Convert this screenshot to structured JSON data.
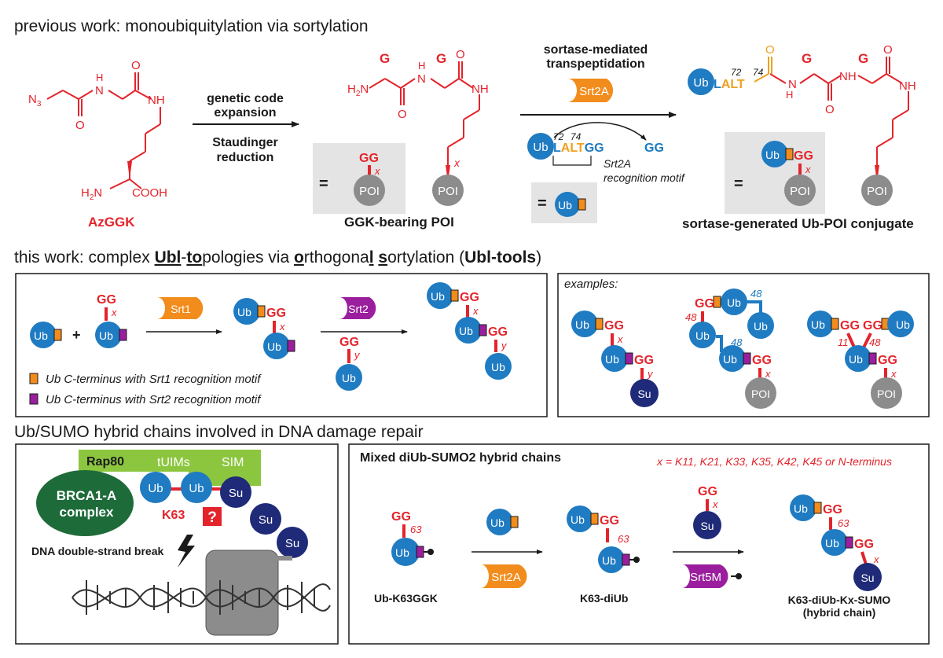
{
  "sections": {
    "previous_title": "previous work: monoubiquitylation via sortylation",
    "this_work_title_parts": [
      "this work: complex ",
      "Ubl",
      "-",
      "to",
      "pologies via ",
      "o",
      "rthogona",
      "l",
      " ",
      "s",
      "ortylation (",
      "Ubl-tools",
      ")"
    ],
    "hybrid_title": "Ub/SUMO hybrid chains involved in DNA damage repair"
  },
  "previous": {
    "azggk_n3": "N",
    "azggk_n3_sub": "3",
    "h_label": "H",
    "n_label": "N",
    "o_label": "O",
    "nh_label": "NH",
    "h2n_label": "H",
    "h2n_sub": "2",
    "h2n_n": "N",
    "cooh_label": "COOH",
    "azggk_name": "AzGGK",
    "arrow1_top": [
      "genetic code",
      "expansion"
    ],
    "arrow1_bottom": [
      "Staudinger",
      "reduction"
    ],
    "g_label": "G",
    "x_label": "x",
    "gg_label": "GG",
    "poi_label": "POI",
    "equals": "=",
    "ggk_name": "GGK-bearing POI",
    "arrow2_top": [
      "sortase-mediated",
      "transpeptidation"
    ],
    "srt2a": "Srt2A",
    "ub": "Ub",
    "motif_L": "L",
    "motif_ALT": "ALT",
    "motif_GG": "GG",
    "pos72": "72",
    "pos74": "74",
    "released_gg": "GG",
    "recog_motif": [
      "Srt2A",
      "recognition motif"
    ],
    "conjugate_name": "sortase-generated Ub-POI conjugate"
  },
  "this_work": {
    "srt1": "Srt1",
    "srt2": "Srt2",
    "plus": "+",
    "gg": "GG",
    "x": "x",
    "y": "y",
    "ub": "Ub",
    "legend_srt1": "Ub C-terminus with Srt1 recognition motif",
    "legend_srt2": "Ub C-terminus with Srt2 recognition motif",
    "examples_label": "examples:",
    "su": "Su",
    "poi": "POI",
    "n48": "48",
    "n11": "11"
  },
  "hybrid": {
    "rap80": "Rap80",
    "tuims": "tUIMs",
    "sim": "SIM",
    "brca1": [
      "BRCA1-A",
      "complex"
    ],
    "k63": "K63",
    "question": "?",
    "dsb": "DNA double-strand break",
    "mixed_title": "Mixed diUb-SUMO2 hybrid chains",
    "x_def": "x = K11, K21, K33, K35, K42, K45 or N-terminus",
    "n63": "63",
    "srt2a": "Srt2A",
    "srt5m": "Srt5M",
    "ub_k63ggk": "Ub-K63GGK",
    "k63_diub": "K63-diUb",
    "final": [
      "K63-diUb-Kx-SUMO",
      "(hybrid chain)"
    ],
    "ub": "Ub",
    "su": "Su",
    "gg": "GG",
    "x": "x"
  },
  "colors": {
    "red": "#e3242b",
    "ub_blue": "#1f7bc2",
    "sumo_navy": "#1f2a78",
    "orange": "#f28c1c",
    "purple": "#9b1e9e",
    "poi_gray": "#8c8c8c",
    "panel_gray": "#e4e4e4",
    "rap80_green": "#8cc63f",
    "brca1_green": "#1e6b3a",
    "motif_gold": "#f0a020"
  }
}
